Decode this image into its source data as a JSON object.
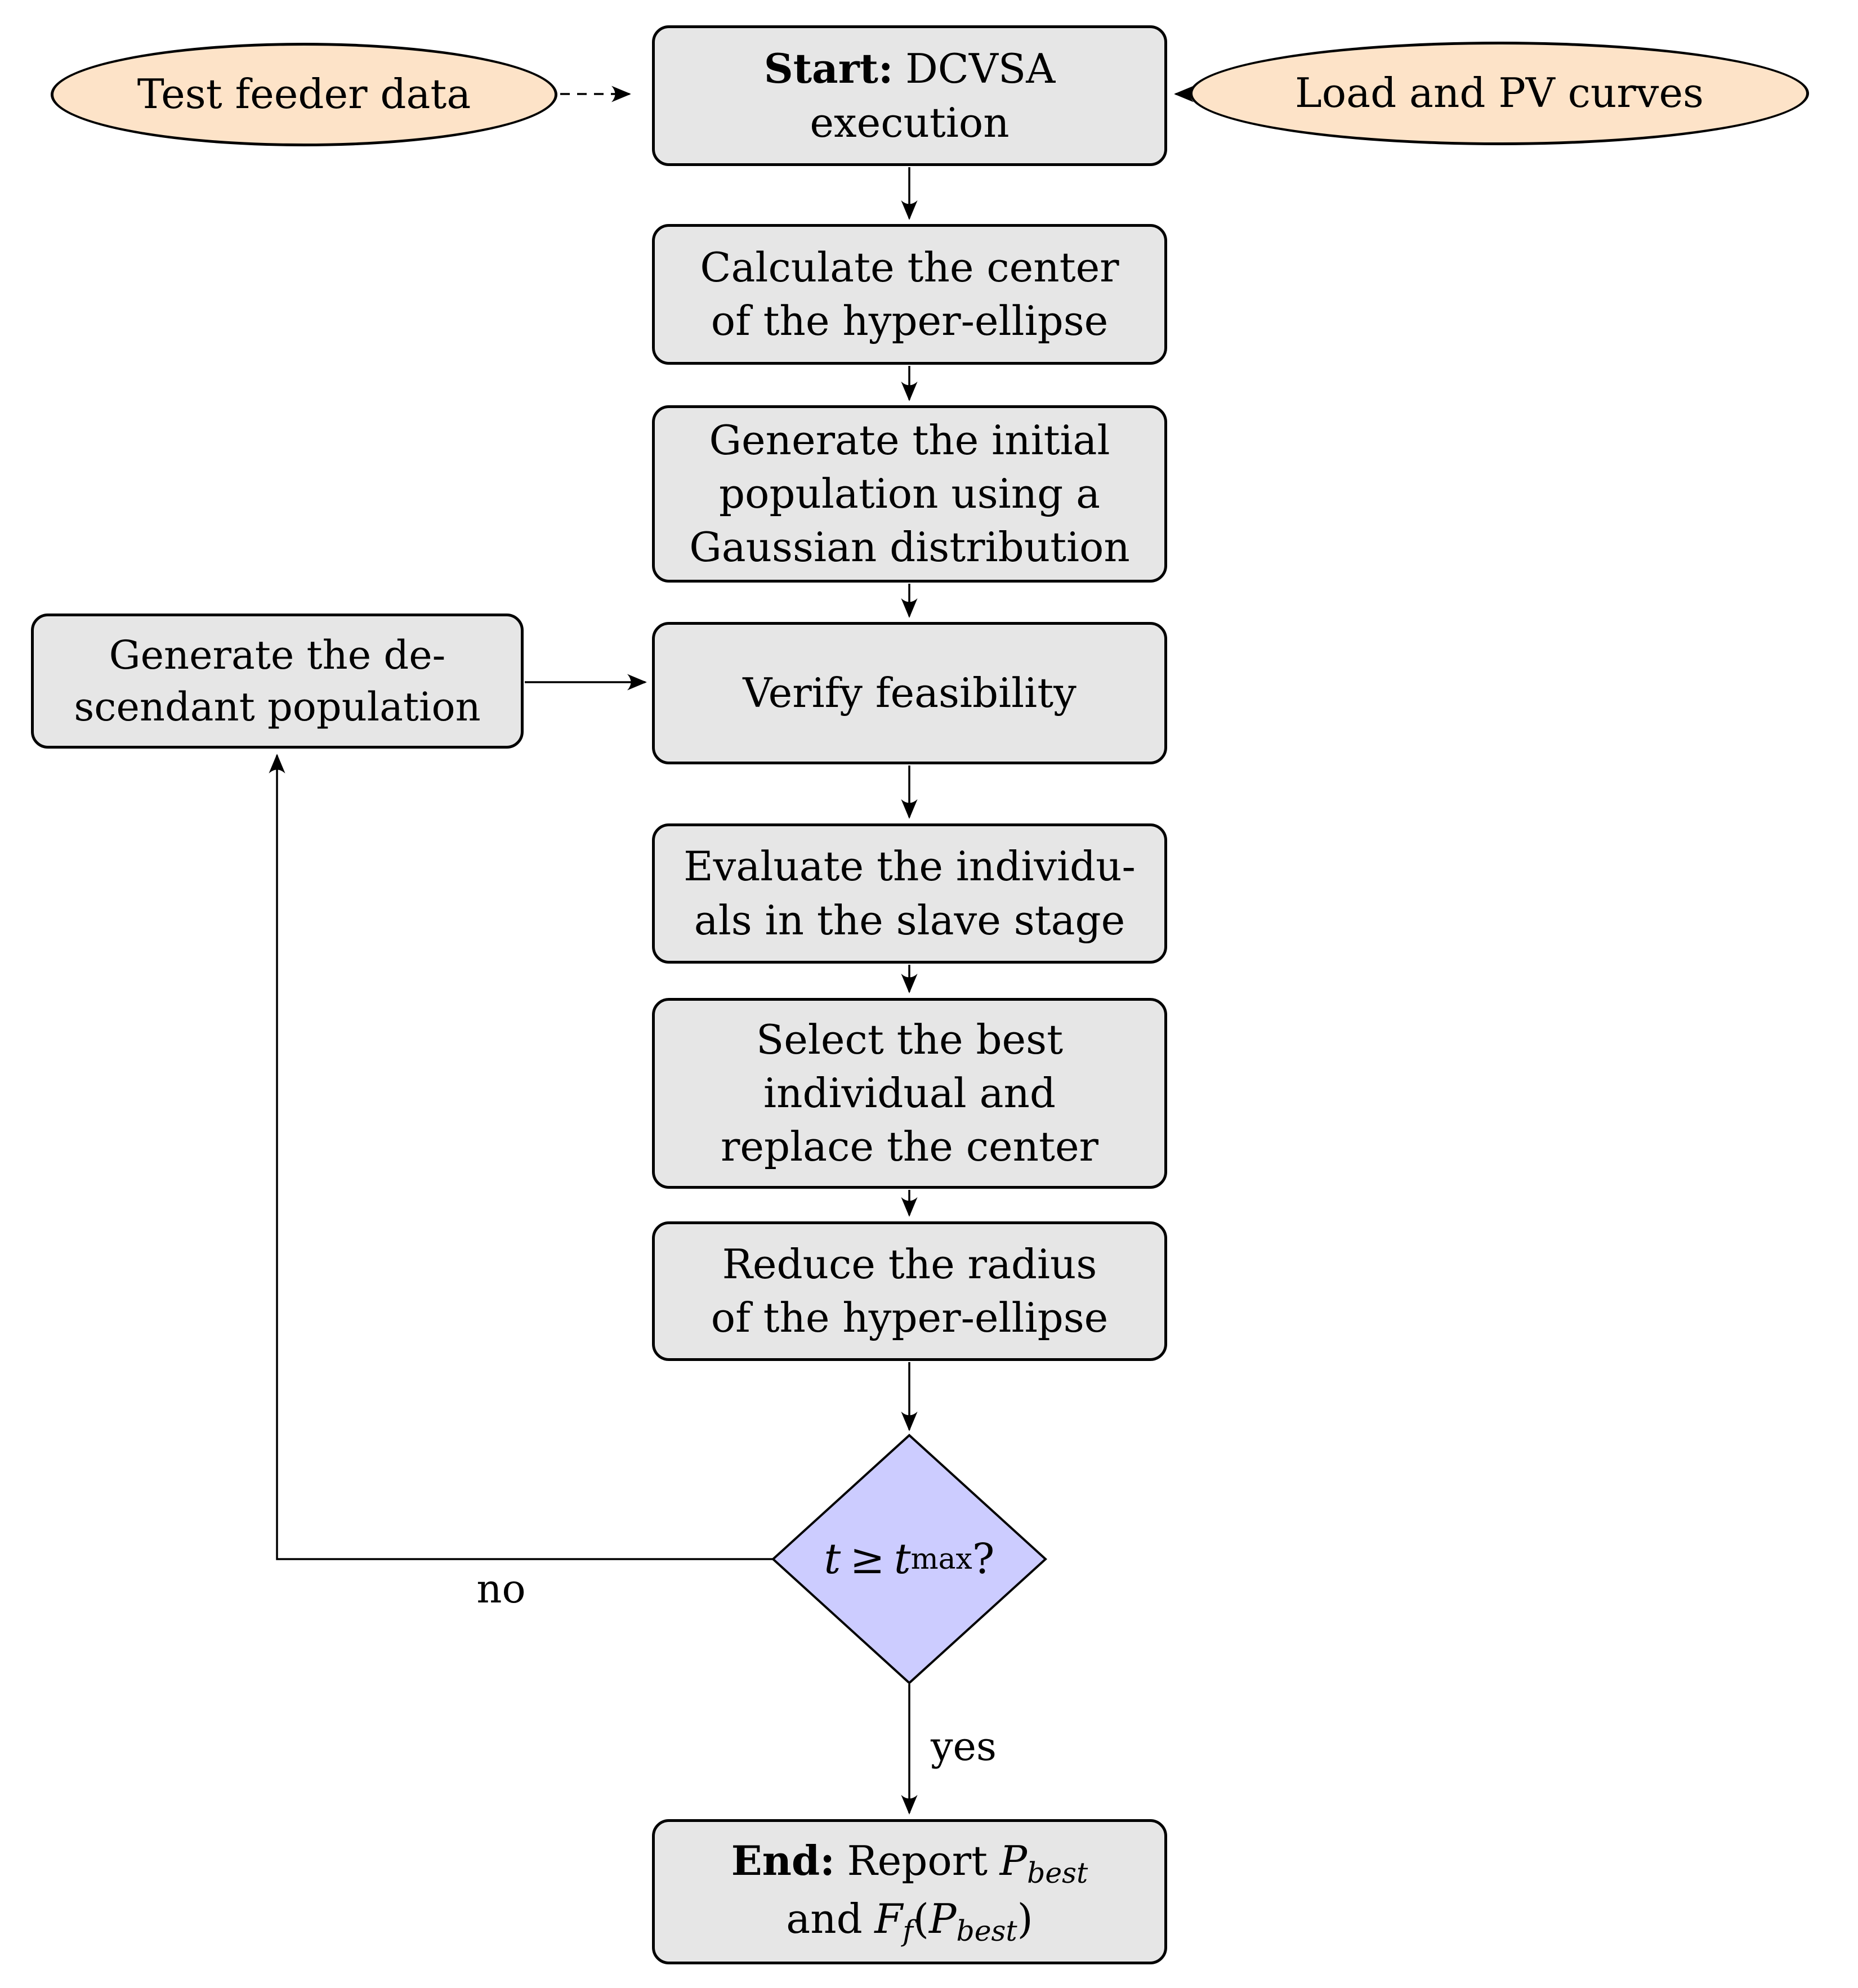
{
  "title": "DCVSA execution flowchart",
  "colors": {
    "box_fill": "#E6E6E6",
    "ellipse_fill": "#FDE3C8",
    "diamond_fill": "#CCCCFF",
    "stroke": "#000000",
    "background": "#FFFFFF"
  },
  "nodes": {
    "input_left": {
      "label": "Test feeder data"
    },
    "input_right": {
      "label": "Load and PV curves"
    },
    "start": {
      "bold": "Start:",
      "rest": "DCVSA",
      "line2": "execution"
    },
    "calc": {
      "line1": "Calculate the center",
      "line2": "of the hyper-ellipse"
    },
    "gen_init": {
      "line1": "Generate the initial",
      "line2": "population using a",
      "line3": "Gaussian distribution"
    },
    "descendant": {
      "line1": "Generate the de-",
      "line2": "scendant population"
    },
    "verify": {
      "line1": "Verify feasibility"
    },
    "evaluate": {
      "line1": "Evaluate the individu-",
      "line2": "als in the slave stage"
    },
    "select": {
      "line1": "Select the best",
      "line2": "individual and",
      "line3": "replace the center"
    },
    "reduce": {
      "line1": "Reduce the radius",
      "line2": "of the hyper-ellipse"
    },
    "decision": {
      "t1": "t",
      "op": "≥",
      "t2": "t",
      "sub": "max",
      "q": "?"
    },
    "end": {
      "bold": "End:",
      "report": "Report",
      "p": "P",
      "p_sub": "best",
      "and": "and",
      "f": "F",
      "f_sub": "f",
      "open": "(",
      "p2": "P",
      "p2_sub": "best",
      "close": ")"
    }
  },
  "edge_labels": {
    "yes": "yes",
    "no": "no"
  }
}
